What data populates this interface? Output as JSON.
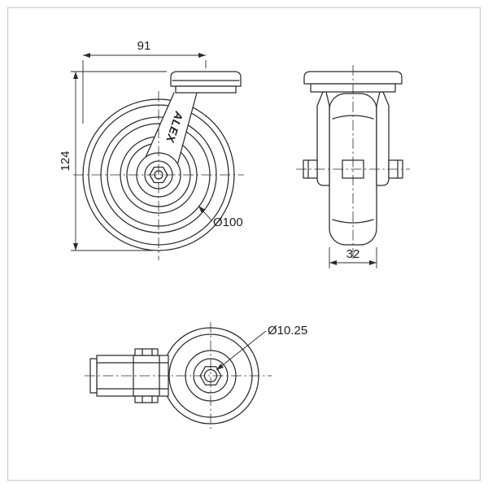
{
  "style": {
    "background": "#ffffff",
    "line_color": "#2b2b2b",
    "border_color": "#cbcbcb"
  },
  "drawing": {
    "description": "Swivel bolt-hole caster wheel — three-view technical drawing",
    "side_view": {
      "dim_top_width": "91",
      "dim_overall_height": "124",
      "dim_wheel_diameter": "Ø100",
      "brand": "ALEX"
    },
    "front_view": {
      "dim_wheel_width": "32"
    },
    "top_view": {
      "dim_bolt_hole": "Ø10.25"
    }
  }
}
